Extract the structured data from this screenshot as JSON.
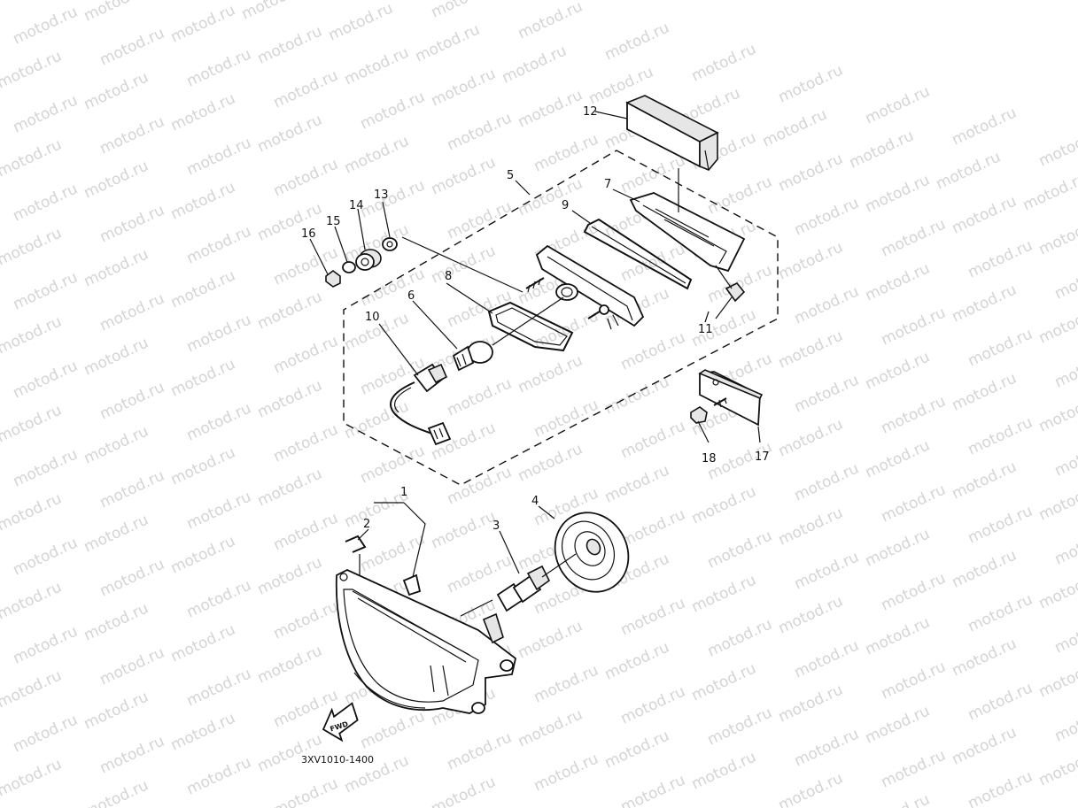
{
  "watermark_text": "motod.ru",
  "diagram_code": "3XV1010-1400",
  "fwd_label": "FWD",
  "callouts": [
    {
      "id": "c1",
      "label": "1"
    },
    {
      "id": "c2",
      "label": "2"
    },
    {
      "id": "c3",
      "label": "3"
    },
    {
      "id": "c4",
      "label": "4"
    },
    {
      "id": "c5",
      "label": "5"
    },
    {
      "id": "c6",
      "label": "6"
    },
    {
      "id": "c7",
      "label": "7"
    },
    {
      "id": "c8",
      "label": "8"
    },
    {
      "id": "c9",
      "label": "9"
    },
    {
      "id": "c10",
      "label": "10"
    },
    {
      "id": "c11",
      "label": "11"
    },
    {
      "id": "c12",
      "label": "12"
    },
    {
      "id": "c13",
      "label": "13"
    },
    {
      "id": "c14",
      "label": "14"
    },
    {
      "id": "c15",
      "label": "15"
    },
    {
      "id": "c16",
      "label": "16"
    },
    {
      "id": "c17",
      "label": "17"
    },
    {
      "id": "c18",
      "label": "18"
    }
  ]
}
